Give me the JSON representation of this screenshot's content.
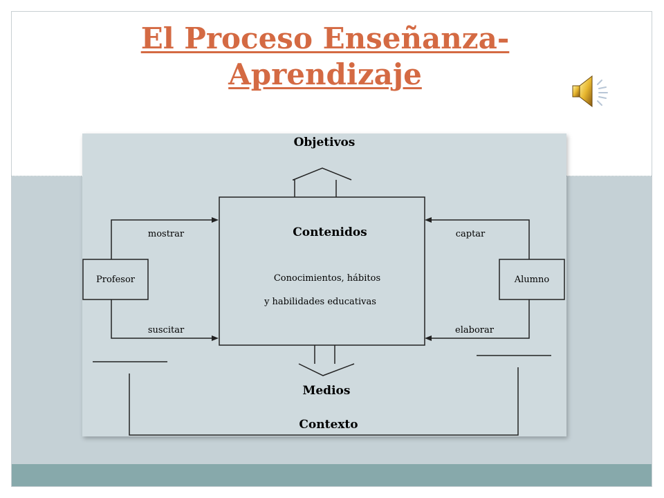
{
  "slide": {
    "title_line1": "El Proceso Enseñanza-",
    "title_line2": "Aprendizaje",
    "audio_icon": "speaker-icon"
  },
  "diagram": {
    "objetivos": "Objetivos",
    "contenidos": "Contenidos",
    "contenidos_desc_line1": "Conocimientos, hábitos",
    "contenidos_desc_line2": "y habilidades educativas",
    "profesor": "Profesor",
    "alumno": "Alumno",
    "mostrar": "mostrar",
    "suscitar": "suscitar",
    "captar": "captar",
    "elaborar": "elaborar",
    "medios": "Medios",
    "contexto": "Contexto"
  },
  "colors": {
    "title": "#d46a43",
    "band_light": "#c5d1d6",
    "band_dark": "#87a9ab",
    "diagram_bg": "#cfdade"
  }
}
